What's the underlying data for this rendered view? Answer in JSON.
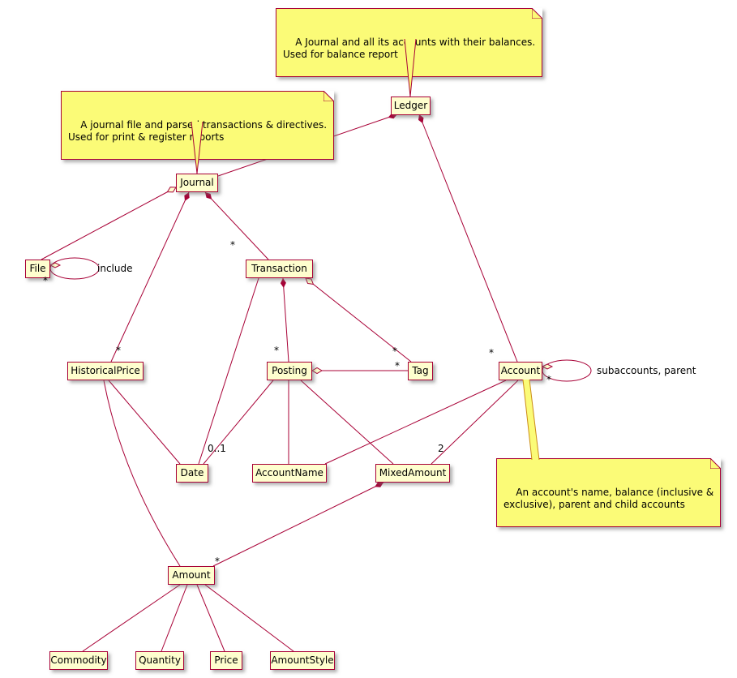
{
  "diagram": {
    "classes": {
      "ledger": "Ledger",
      "journal": "Journal",
      "file": "File",
      "transaction": "Transaction",
      "historical_price": "HistoricalPrice",
      "posting": "Posting",
      "tag": "Tag",
      "account": "Account",
      "date": "Date",
      "account_name": "AccountName",
      "mixed_amount": "MixedAmount",
      "amount": "Amount",
      "commodity": "Commodity",
      "quantity": "Quantity",
      "price": "Price",
      "amount_style": "AmountStyle"
    },
    "notes": {
      "ledger_note": "A Journal and all its accounts with their balances.\nUsed for balance report",
      "journal_note": "A journal file and parsed transactions & directives.\nUsed for print & register reports",
      "account_note": "An account's name, balance (inclusive &\nexclusive), parent and child accounts"
    },
    "edge_labels": {
      "include": "include",
      "subaccounts_parent": "subaccounts, parent",
      "file_many": "*",
      "journal_transactions_many": "*",
      "journal_prices_many": "*",
      "transaction_postings_many": "*",
      "transaction_tags_many": "*",
      "posting_tags_many": "*",
      "ledger_accounts_many": "*",
      "account_subaccounts_many": "*",
      "mixedamount_amounts_many": "*",
      "posting_date_mult": "0..1",
      "account_balances_mult": "2"
    },
    "colors": {
      "class_fill": "#FEFECE",
      "border": "#A80036",
      "note_fill": "#FBFB77",
      "note_connector": "#CB8B16",
      "text": "#000000"
    }
  }
}
